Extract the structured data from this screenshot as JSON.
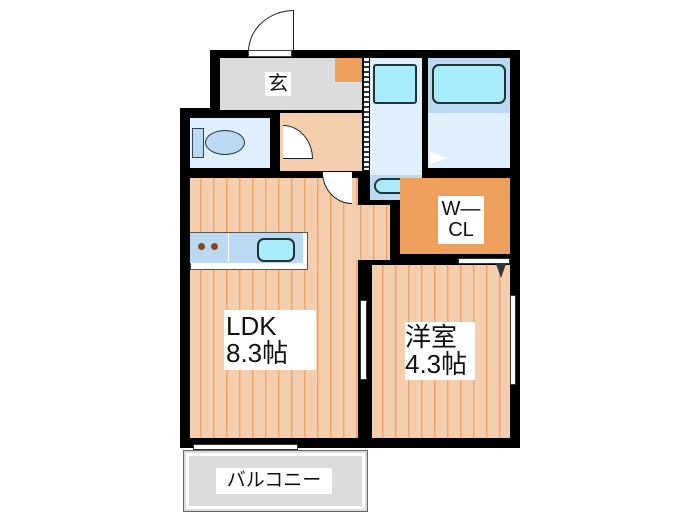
{
  "floor_plan": {
    "rooms": {
      "entrance": {
        "label": "玄"
      },
      "ldk": {
        "label_line1": "LDK",
        "label_line2": "8.3帖"
      },
      "western_room": {
        "label_line1": "洋室",
        "label_line2": "4.3帖"
      },
      "walk_in_closet": {
        "label_line1": "W—",
        "label_line2": "CL"
      },
      "balcony": {
        "label": "バルコニー"
      }
    },
    "colors": {
      "wall": "#000000",
      "flooring": "#f5cfad",
      "flooring_lines": "#eea56d",
      "entrance": "#dcdcdc",
      "wet_area": "#dff0fc",
      "fixture": "#a8ecfb",
      "closet": "#ef9f5c"
    }
  }
}
